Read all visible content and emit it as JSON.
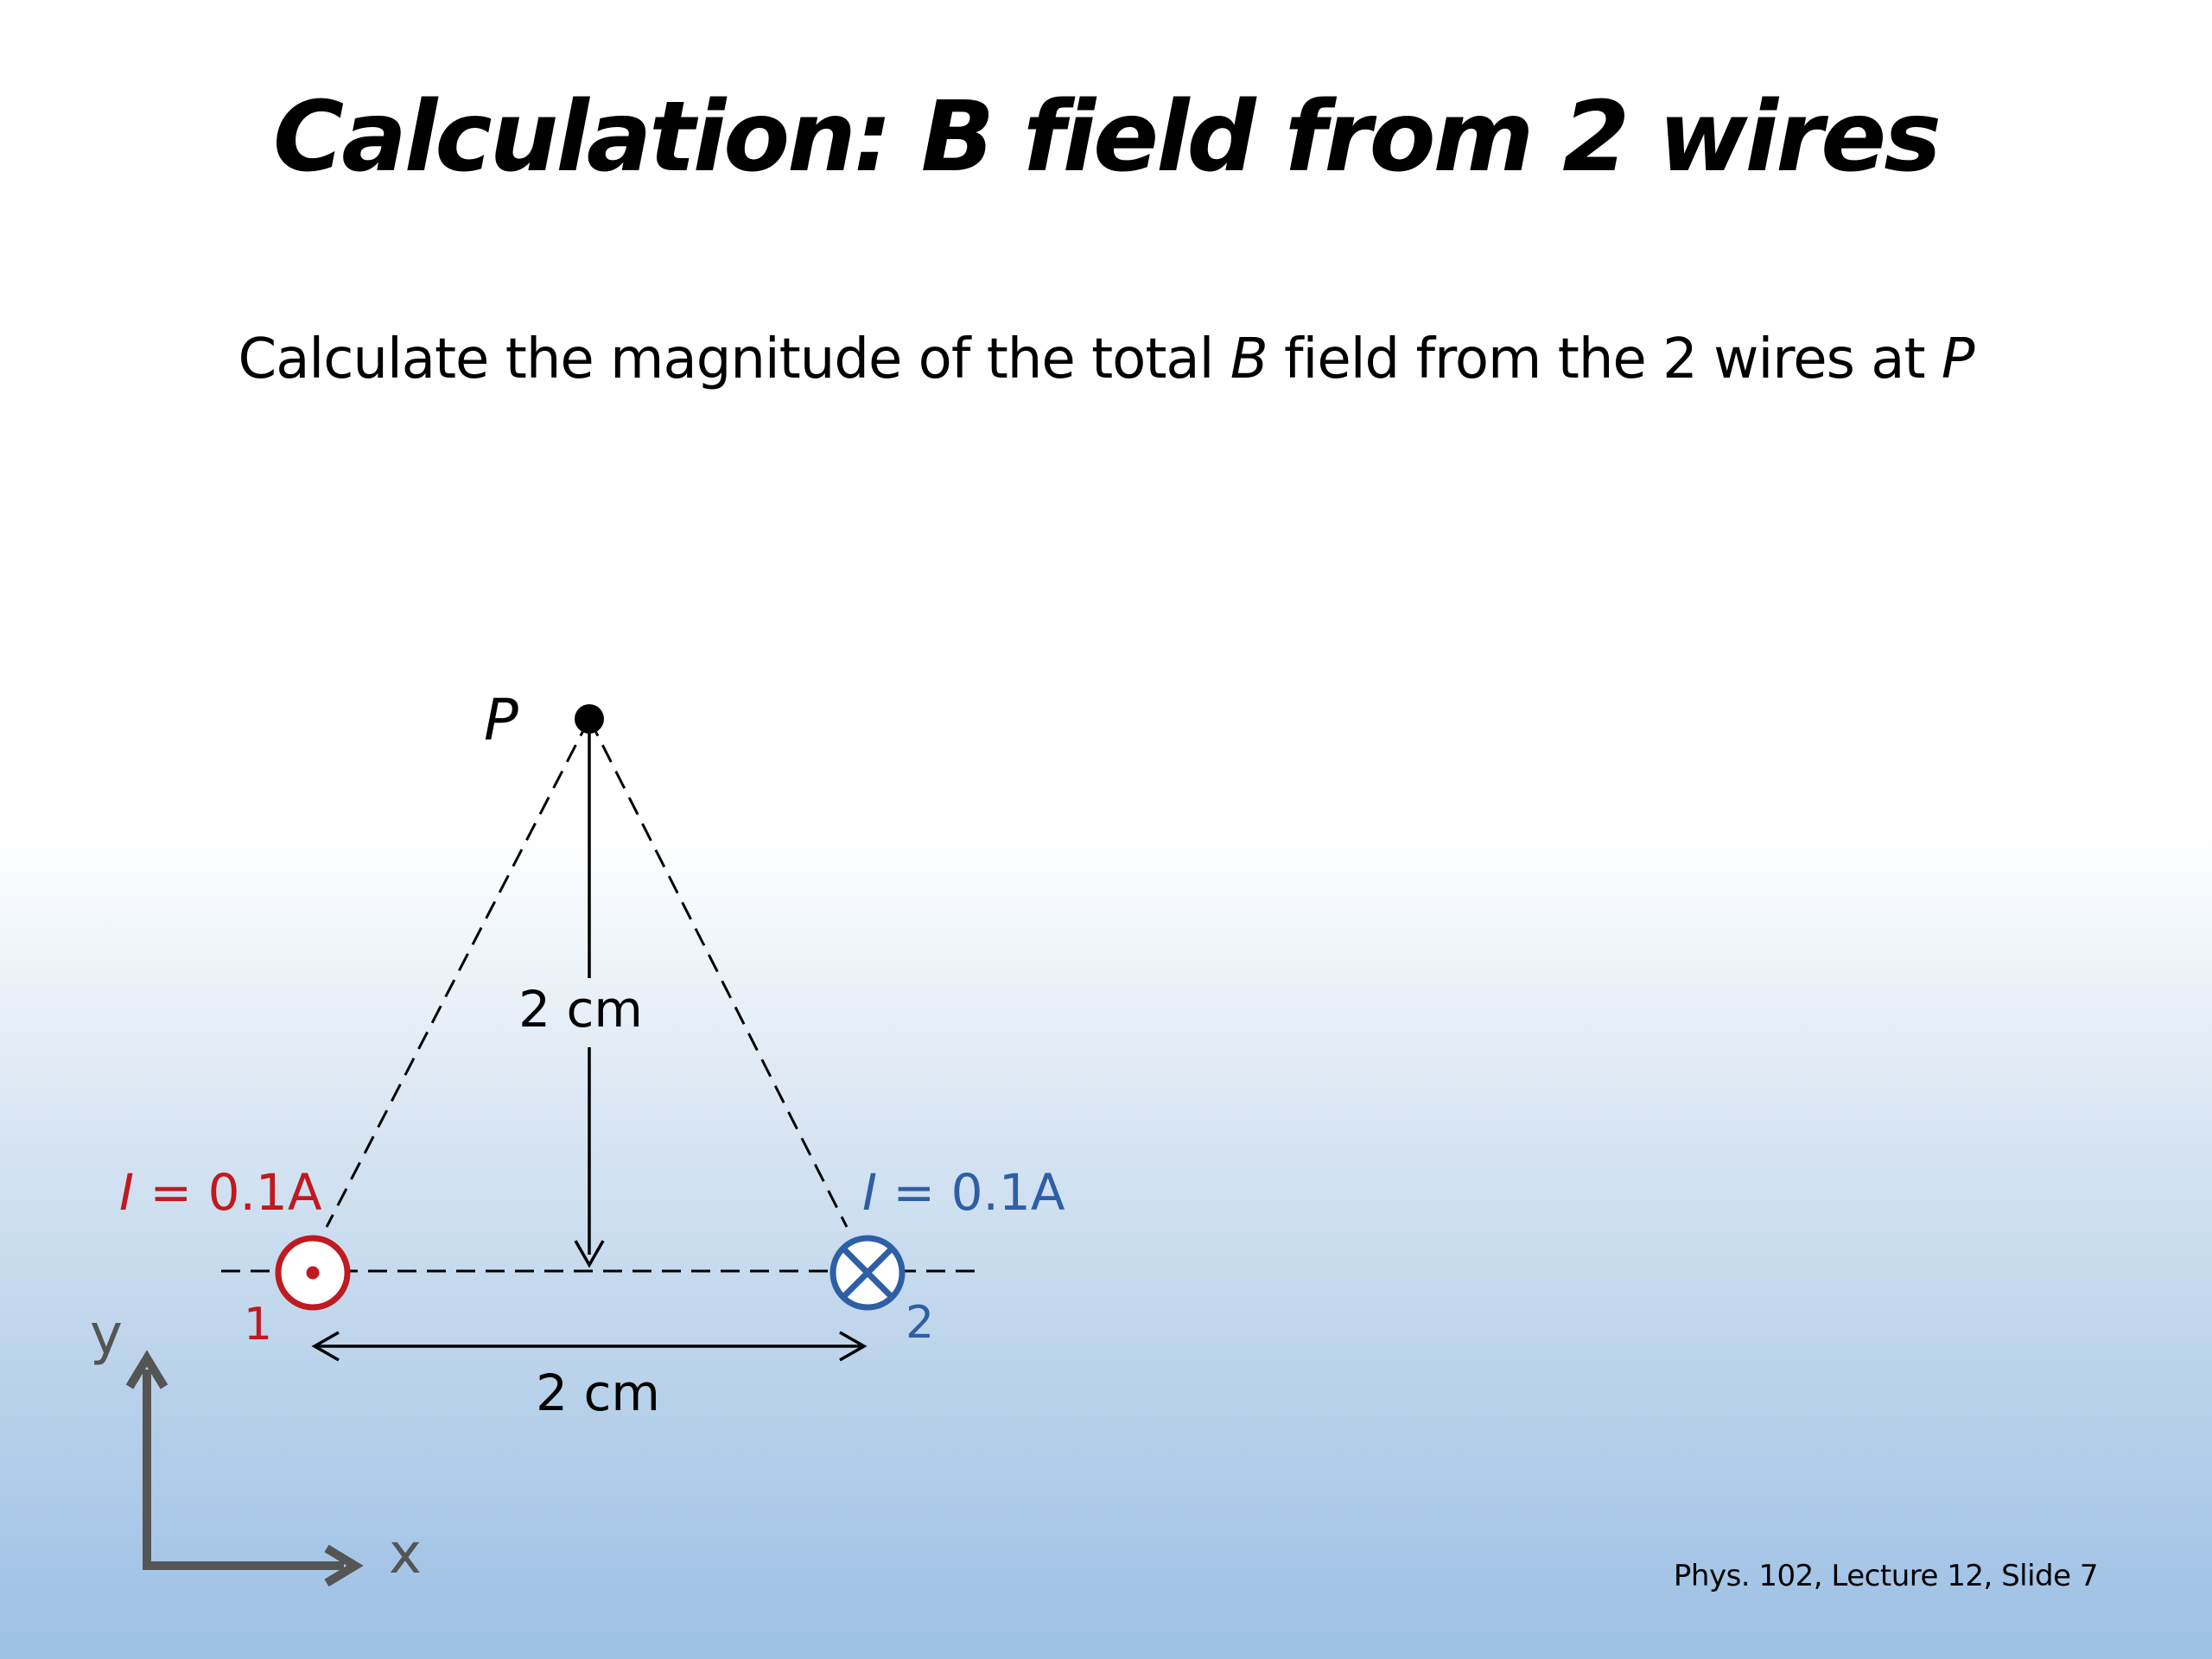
{
  "slide": {
    "title": "Calculation: B field from 2 wires",
    "question": {
      "part1": "Calculate the magnitude of the total ",
      "b": "B",
      "part2": " field from the 2 wires at ",
      "p": "P"
    },
    "footer": "Phys. 102, Lecture 12, Slide 7"
  },
  "diagram": {
    "point_label": "P",
    "height_label": "2 cm",
    "separation_label": "2 cm",
    "wire1": {
      "current_symbol": "I",
      "current_value": " = 0.1A",
      "number": "1",
      "direction": "out-of-page",
      "color": "#c0191f"
    },
    "wire2": {
      "current_symbol": "I",
      "current_value": " = 0.1A",
      "number": "2",
      "direction": "into-page",
      "color": "#2e5fa6"
    },
    "axes": {
      "x_label": "x",
      "y_label": "y",
      "color": "#555555"
    }
  }
}
